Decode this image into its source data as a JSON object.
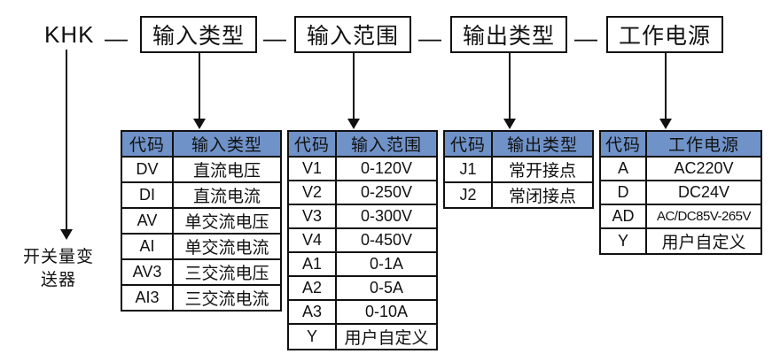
{
  "model": {
    "brand": "KHK",
    "separator": "—",
    "segments": [
      {
        "label": "输入类型"
      },
      {
        "label": "输入范围"
      },
      {
        "label": "输出类型"
      },
      {
        "label": "工作电源"
      }
    ]
  },
  "product_label": {
    "line1": "开关量变",
    "line2": "送器"
  },
  "colors": {
    "header_blue": "#6f92c8",
    "line": "#111111",
    "background": "#ffffff"
  },
  "tables": [
    {
      "name": "input-type",
      "headers": [
        "代码",
        "输入类型"
      ],
      "rows": [
        [
          "DV",
          "直流电压"
        ],
        [
          "DI",
          "直流电流"
        ],
        [
          "AV",
          "单交流电压"
        ],
        [
          "AI",
          "单交流电流"
        ],
        [
          "AV3",
          "三交流电压"
        ],
        [
          "AI3",
          "三交流电流"
        ]
      ]
    },
    {
      "name": "input-range",
      "headers": [
        "代码",
        "输入范围"
      ],
      "rows": [
        [
          "V1",
          "0-120V"
        ],
        [
          "V2",
          "0-250V"
        ],
        [
          "V3",
          "0-300V"
        ],
        [
          "V4",
          "0-450V"
        ],
        [
          "A1",
          "0-1A"
        ],
        [
          "A2",
          "0-5A"
        ],
        [
          "A3",
          "0-10A"
        ],
        [
          "Y",
          "用户自定义"
        ]
      ]
    },
    {
      "name": "output-type",
      "headers": [
        "代码",
        "输出类型"
      ],
      "rows": [
        [
          "J1",
          "常开接点"
        ],
        [
          "J2",
          "常闭接点"
        ]
      ]
    },
    {
      "name": "power-supply",
      "headers": [
        "代码",
        "工作电源"
      ],
      "rows": [
        [
          "A",
          "AC220V"
        ],
        [
          "D",
          "DC24V"
        ],
        [
          "AD",
          "AC/DC85V-265V"
        ],
        [
          "Y",
          "用户自定义"
        ]
      ]
    }
  ]
}
